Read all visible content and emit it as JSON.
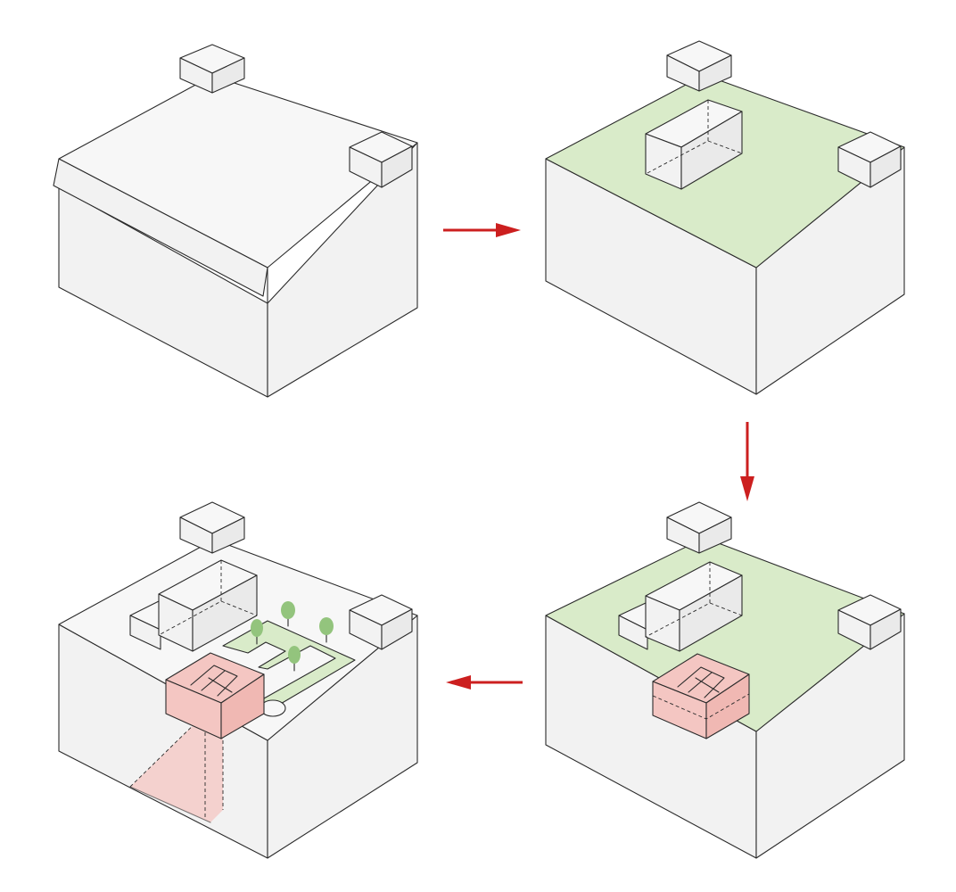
{
  "diagram": {
    "type": "isometric-building-sequence",
    "steps": [
      {
        "id": "step-1",
        "elements": [
          "building-block",
          "pitched-roof",
          "chimney",
          "chimney"
        ]
      },
      {
        "id": "step-2",
        "elements": [
          "building-block",
          "green-roof",
          "roof-volume",
          "chimney",
          "chimney"
        ]
      },
      {
        "id": "step-3",
        "elements": [
          "building-block",
          "green-roof",
          "roof-volume",
          "entrance-pavilion",
          "chimney",
          "chimney"
        ]
      },
      {
        "id": "step-4",
        "elements": [
          "building-block",
          "roof-garden",
          "trees",
          "roof-volume",
          "entrance-pavilion",
          "light-shaft",
          "chimney",
          "chimney"
        ]
      }
    ],
    "arrows": [
      {
        "from": "step-1",
        "to": "step-2",
        "direction": "right"
      },
      {
        "from": "step-2",
        "to": "step-3",
        "direction": "down"
      },
      {
        "from": "step-3",
        "to": "step-4",
        "direction": "left"
      }
    ],
    "colors": {
      "arrow": "#cc1f1f",
      "block_fill": "#f2f2f2",
      "roof_fill": "#f7f7f7",
      "green_fill": "#d9ebc9",
      "pink_fill": "#f4c6c2",
      "tree_fill": "#93c47d",
      "stroke": "#2b2b2b"
    }
  }
}
